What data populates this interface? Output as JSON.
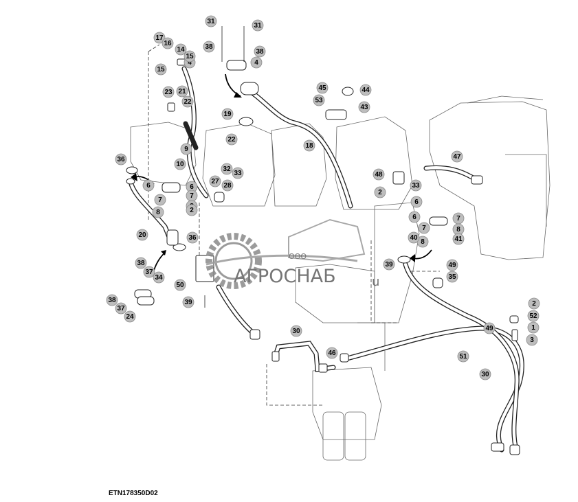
{
  "drawing": {
    "code": "ETN178350D02"
  },
  "watermark": {
    "company_prefix": "ООО",
    "company_name": "АГРОСНАБ",
    "trailing_letter": "u",
    "color": "#5e5e5e"
  },
  "callouts": [
    "31",
    "31",
    "38",
    "38",
    "4",
    "4",
    "17",
    "16",
    "14",
    "15",
    "15",
    "45",
    "44",
    "53",
    "43",
    "23",
    "21",
    "22",
    "19",
    "9",
    "18",
    "22",
    "36",
    "32",
    "33",
    "10",
    "47",
    "48",
    "6",
    "27",
    "28",
    "6",
    "7",
    "7",
    "8",
    "8",
    "2",
    "33",
    "2",
    "6",
    "6",
    "7",
    "7",
    "8",
    "8",
    "41",
    "36",
    "40",
    "20",
    "39",
    "38",
    "37",
    "34",
    "50",
    "49",
    "35",
    "39",
    "38",
    "37",
    "24",
    "30",
    "2",
    "46",
    "49",
    "52",
    "1",
    "51",
    "3",
    "30"
  ],
  "colors": {
    "callout_fill": "#bdbdbd",
    "line": "#222222"
  }
}
